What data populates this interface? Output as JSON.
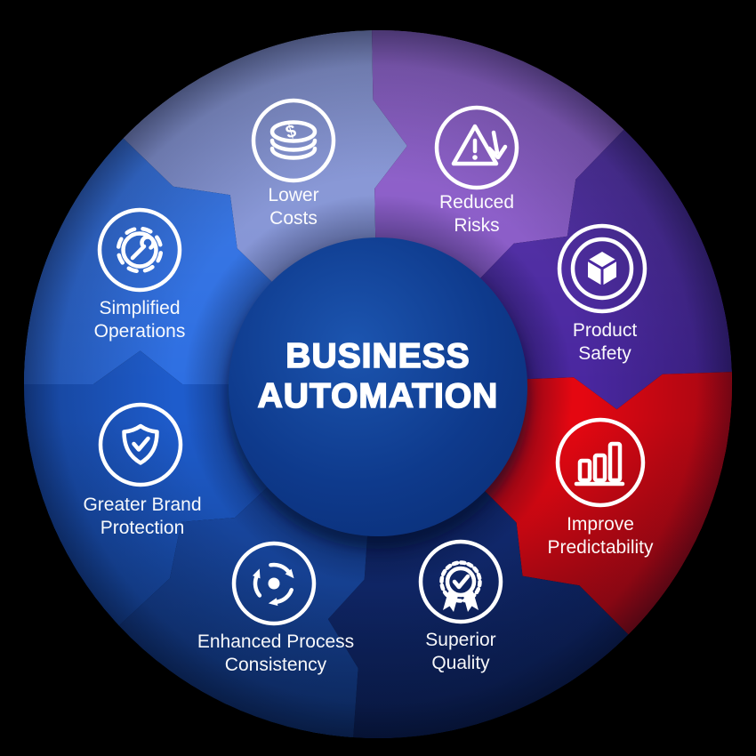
{
  "background_color": "#000000",
  "center": {
    "title_line1": "BUSINESS",
    "title_line2": "AUTOMATION",
    "color": "#0e3a8c",
    "text_color": "#ffffff"
  },
  "icons": {
    "dollar_glyph": "$",
    "stroke_color": "#ffffff"
  },
  "segments": [
    {
      "id": "lower-costs",
      "label_line1": "Lower",
      "label_line2": "Costs",
      "icon": "coins-icon",
      "color": "#8292d4"
    },
    {
      "id": "reduced-risks",
      "label_line1": "Reduced",
      "label_line2": "Risks",
      "icon": "warning-arrow-icon",
      "color": "#8757c6"
    },
    {
      "id": "product-safety",
      "label_line1": "Product",
      "label_line2": "Safety",
      "icon": "cube-icon",
      "color": "#4a27a0"
    },
    {
      "id": "improve-predictability",
      "label_line1": "Improve",
      "label_line2": "Predictability",
      "icon": "bar-chart-icon",
      "color": "#e40711"
    },
    {
      "id": "superior-quality",
      "label_line1": "Superior",
      "label_line2": "Quality",
      "icon": "medal-icon",
      "color": "#132d7a"
    },
    {
      "id": "enhanced-process-consistency",
      "label_line1": "Enhanced Process",
      "label_line2": "Consistency",
      "icon": "cycle-icon",
      "color": "#1b4fb2"
    },
    {
      "id": "greater-brand-protection",
      "label_line1": "Greater Brand",
      "label_line2": "Protection",
      "icon": "shield-check-icon",
      "color": "#1e5ccc"
    },
    {
      "id": "simplified-operations",
      "label_line1": "Simplified",
      "label_line2": "Operations",
      "icon": "gear-wrench-icon",
      "color": "#2e6fe2"
    }
  ]
}
